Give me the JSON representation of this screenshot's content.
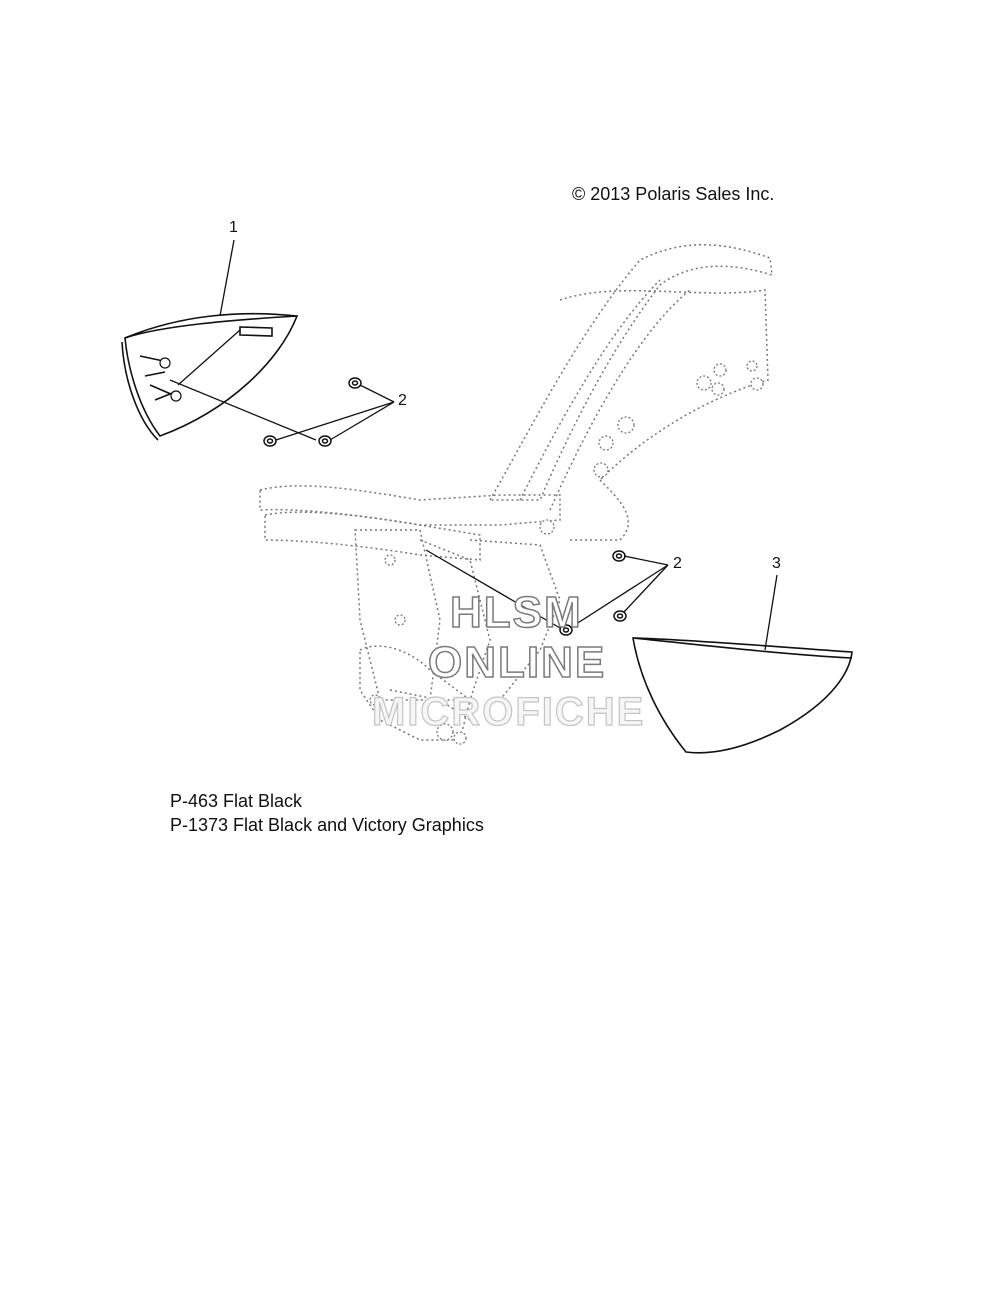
{
  "copyright": "© 2013 Polaris Sales Inc.",
  "callouts": {
    "c1": "1",
    "c2a": "2",
    "c2b": "2",
    "c3": "3"
  },
  "notes": [
    "P-463  Flat Black",
    "P-1373 Flat Black and Victory Graphics"
  ],
  "watermark": {
    "line1": "HLSM",
    "line2": "ONLINE",
    "line3": "MICROFICHE"
  }
}
